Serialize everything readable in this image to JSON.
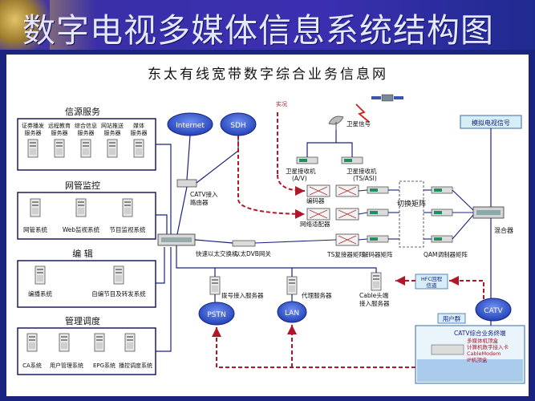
{
  "banner": {
    "title": "数字电视多媒体信息系统结构图"
  },
  "diagram": {
    "title": "东太有线宽带数字综合业务信息网",
    "groups": {
      "source": {
        "title": "信源服务",
        "servers": [
          {
            "line1": "证券播发",
            "line2": "服务器"
          },
          {
            "line1": "远程教育",
            "line2": "服务器"
          },
          {
            "line1": "综合信息",
            "line2": "服务器"
          },
          {
            "line1": "网站推送",
            "line2": "服务器"
          },
          {
            "line1": "媒体",
            "line2": "服务器"
          }
        ]
      },
      "monitor": {
        "title": "网管监控",
        "servers": [
          {
            "label": "网管系统"
          },
          {
            "label": "Web监视系统"
          },
          {
            "label": "节目监视系统"
          }
        ]
      },
      "edit": {
        "title": "编 辑",
        "servers": [
          {
            "label": "编播系统"
          },
          {
            "label": "自编节目及转发系统"
          }
        ]
      },
      "manage": {
        "title": "管理调度",
        "servers": [
          {
            "label": "CA系统"
          },
          {
            "label": "用户管理系统"
          },
          {
            "label": "EPG系统"
          },
          {
            "label": "播控调度系统"
          }
        ]
      }
    },
    "clouds": {
      "internet": "Internet",
      "sdh": "SDH",
      "pstn": "PSTN",
      "lan": "LAN",
      "catv": "CATV"
    },
    "labels": {
      "catv_router_1": "CATV接入",
      "catv_router_2": "路由器",
      "fast_switch": "快速以太交换机",
      "dvb_gateway": "以太DVB网关",
      "sat_signal": "卫星信号",
      "sat_receiver_av_1": "卫星接收机",
      "sat_receiver_av_2": "(A/V)",
      "sat_receiver_ts_1": "卫星接收机",
      "sat_receiver_ts_2": "(TS/ASI)",
      "encoder": "编码器",
      "net_adapter": "网络适配器",
      "ts_mux": "TS复接器矩阵",
      "decoder_matrix": "解码器矩阵",
      "switch_matrix": "切换矩阵",
      "qam_matrix": "QAM调制器矩阵",
      "analog_tv": "模拟电视信号",
      "mixer": "混合器",
      "hfc_channel_1": "HFC回程",
      "hfc_channel_2": "信道",
      "cable_head_1": "Cable头端",
      "cable_head_2": "接入服务器",
      "dial_access": "拨号接入服务器",
      "proxy": "代理服务器",
      "user_group": "用户群",
      "live": "实况"
    },
    "terminal_lines": [
      "CATV综合业务终端",
      "多媒体机顶盒",
      "计算机数字接入卡",
      "CableModem",
      "IP机顶盒"
    ]
  },
  "colors": {
    "cloud": "#2f55c8",
    "group_border": "#1c1c5e",
    "red_dash": "#b0182a",
    "blue_line": "#1a237e",
    "analog_box": "#d6eef8"
  }
}
